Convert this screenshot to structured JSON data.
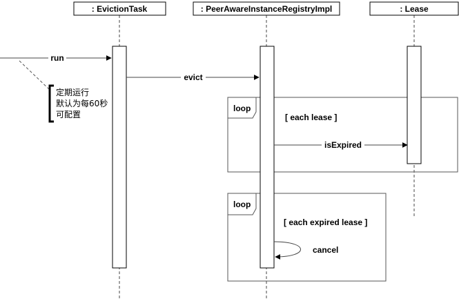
{
  "participants": {
    "eviction_task": ": EvictionTask",
    "registry": ": PeerAwareInstanceRegistryImpl",
    "lease": ": Lease"
  },
  "messages": {
    "run": "run",
    "evict": "evict",
    "is_expired": "isExpired",
    "cancel": "cancel"
  },
  "loops": [
    {
      "keyword": "loop",
      "guard": "[ each lease ]"
    },
    {
      "keyword": "loop",
      "guard": "[ each expired lease ]"
    }
  ],
  "note": {
    "lines": [
      "定期运行",
      "默认为每60秒",
      "可配置"
    ]
  }
}
